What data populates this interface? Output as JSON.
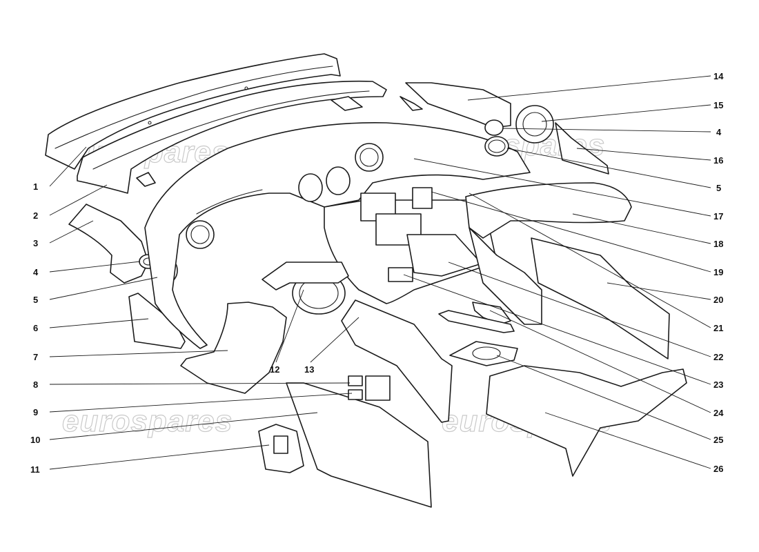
{
  "watermark": "eurospares",
  "callouts_left": [
    {
      "num": "1"
    },
    {
      "num": "2"
    },
    {
      "num": "3"
    },
    {
      "num": "4"
    },
    {
      "num": "5"
    },
    {
      "num": "6"
    },
    {
      "num": "7"
    },
    {
      "num": "8"
    },
    {
      "num": "9"
    },
    {
      "num": "10"
    },
    {
      "num": "11"
    }
  ],
  "callouts_right": [
    {
      "num": "14"
    },
    {
      "num": "15"
    },
    {
      "num": "4"
    },
    {
      "num": "16"
    },
    {
      "num": "5"
    },
    {
      "num": "17"
    },
    {
      "num": "18"
    },
    {
      "num": "19"
    },
    {
      "num": "20"
    },
    {
      "num": "21"
    },
    {
      "num": "22"
    },
    {
      "num": "23"
    },
    {
      "num": "24"
    },
    {
      "num": "25"
    },
    {
      "num": "26"
    }
  ],
  "callouts_center": [
    {
      "num": "12"
    },
    {
      "num": "13"
    }
  ],
  "colors": {
    "ink": "#1a1a1a",
    "watermark": "#c9c9c9",
    "background": "#ffffff"
  }
}
